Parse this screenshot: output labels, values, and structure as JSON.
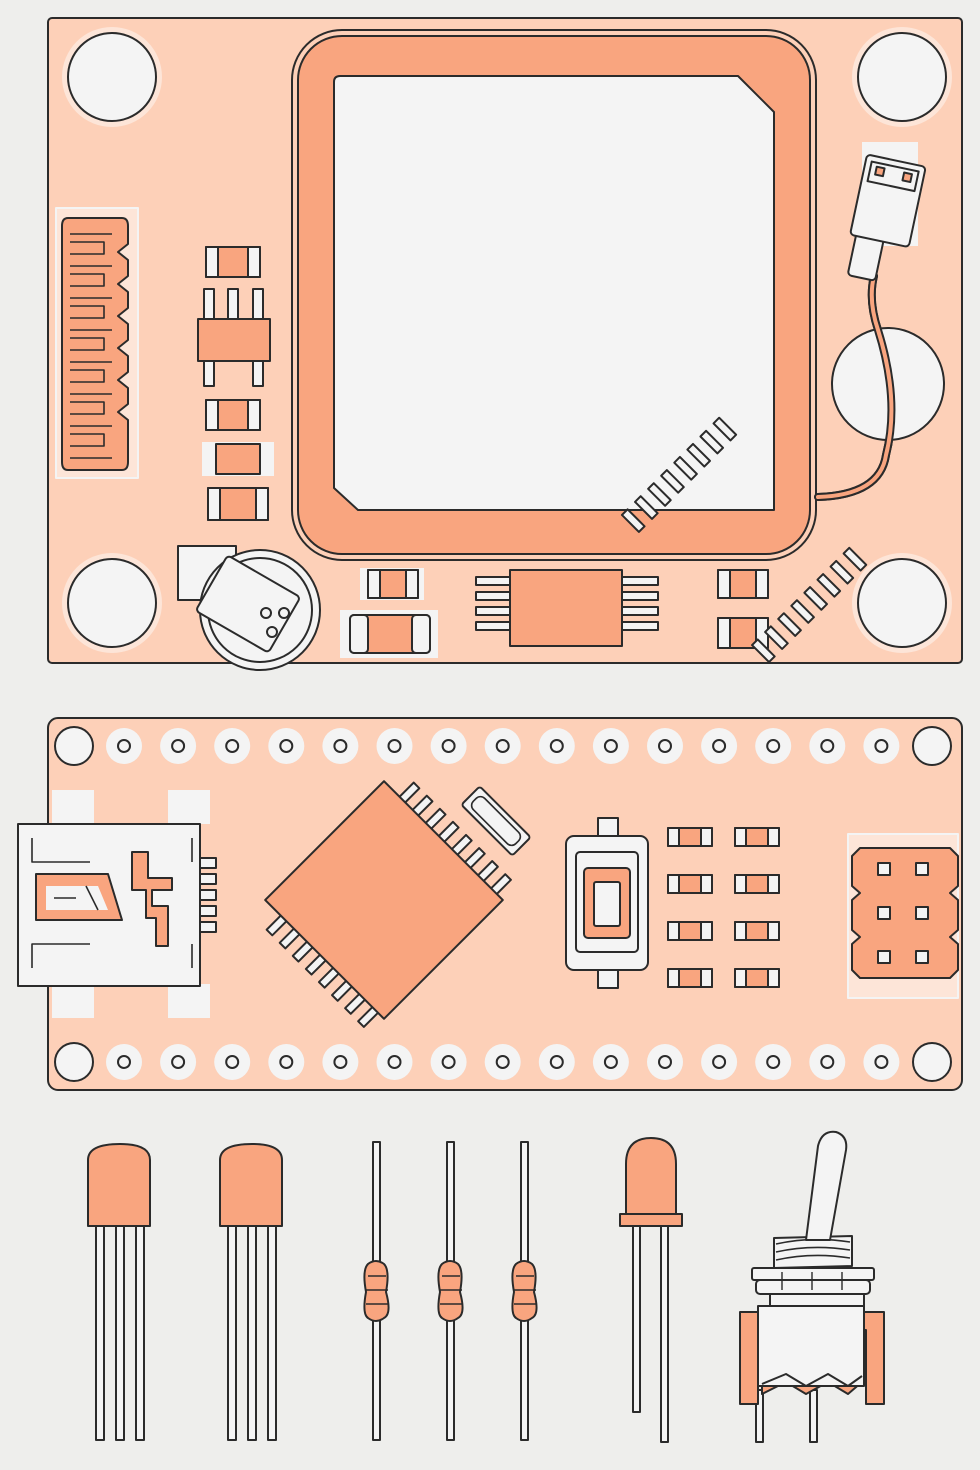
{
  "palette": {
    "background": "#eeeeec",
    "board": "#fdd0b8",
    "copper": "#f9a57f",
    "outline": "#2b2b2b",
    "hole": "#f4f4f4",
    "white": "#f4f4f4",
    "pad_light": "#f3e7df"
  },
  "icons": [
    "gps-module-board-icon",
    "gps-patch-antenna-icon",
    "ufl-connector-icon",
    "pin-header-icon",
    "coin-battery-icon",
    "soic-chip-icon",
    "arduino-nano-board-icon",
    "mini-usb-port-icon",
    "qfp-microcontroller-icon",
    "crystal-oscillator-icon",
    "tactile-button-icon",
    "icsp-header-icon",
    "transistor-icon",
    "resistor-icon",
    "led-icon",
    "toggle-switch-icon"
  ],
  "components": {
    "gps_board": {
      "mount_holes": 4,
      "smd_resistors": 6
    },
    "nano_board": {
      "pin_holes_per_row": 15,
      "smd_resistors": 8,
      "icsp_pins": 6
    },
    "loose_parts": {
      "transistors": 2,
      "resistors": 3,
      "leds": 1,
      "toggle_switches": 1
    }
  }
}
